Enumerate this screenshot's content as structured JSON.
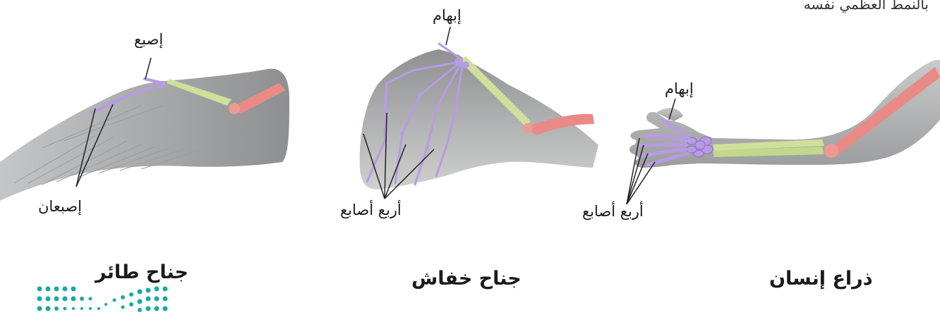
{
  "header": {
    "clipped_text": "بالنمط العظمي نفسه"
  },
  "panels": {
    "human_arm": {
      "caption": "ذراع إنسان",
      "thumb_label": "إبهام",
      "fingers_label": "أربع أصابع"
    },
    "bat_wing": {
      "caption": "جناح خفاش",
      "thumb_label": "إبهام",
      "fingers_label": "أربع أصابع"
    },
    "bird_wing": {
      "caption": "جناح طائر",
      "finger_label": "إصبع",
      "two_fingers_label": "إصبعان"
    }
  },
  "colors": {
    "skin_gray": "#a9aaab",
    "upper_arm_bone": "#e98a86",
    "forearm_bone": "#cfe09a",
    "hand_bone": "#b79be3",
    "logo_teal": "#1aa9a3"
  },
  "logo": {
    "icon": "ministry-dots-logo"
  }
}
